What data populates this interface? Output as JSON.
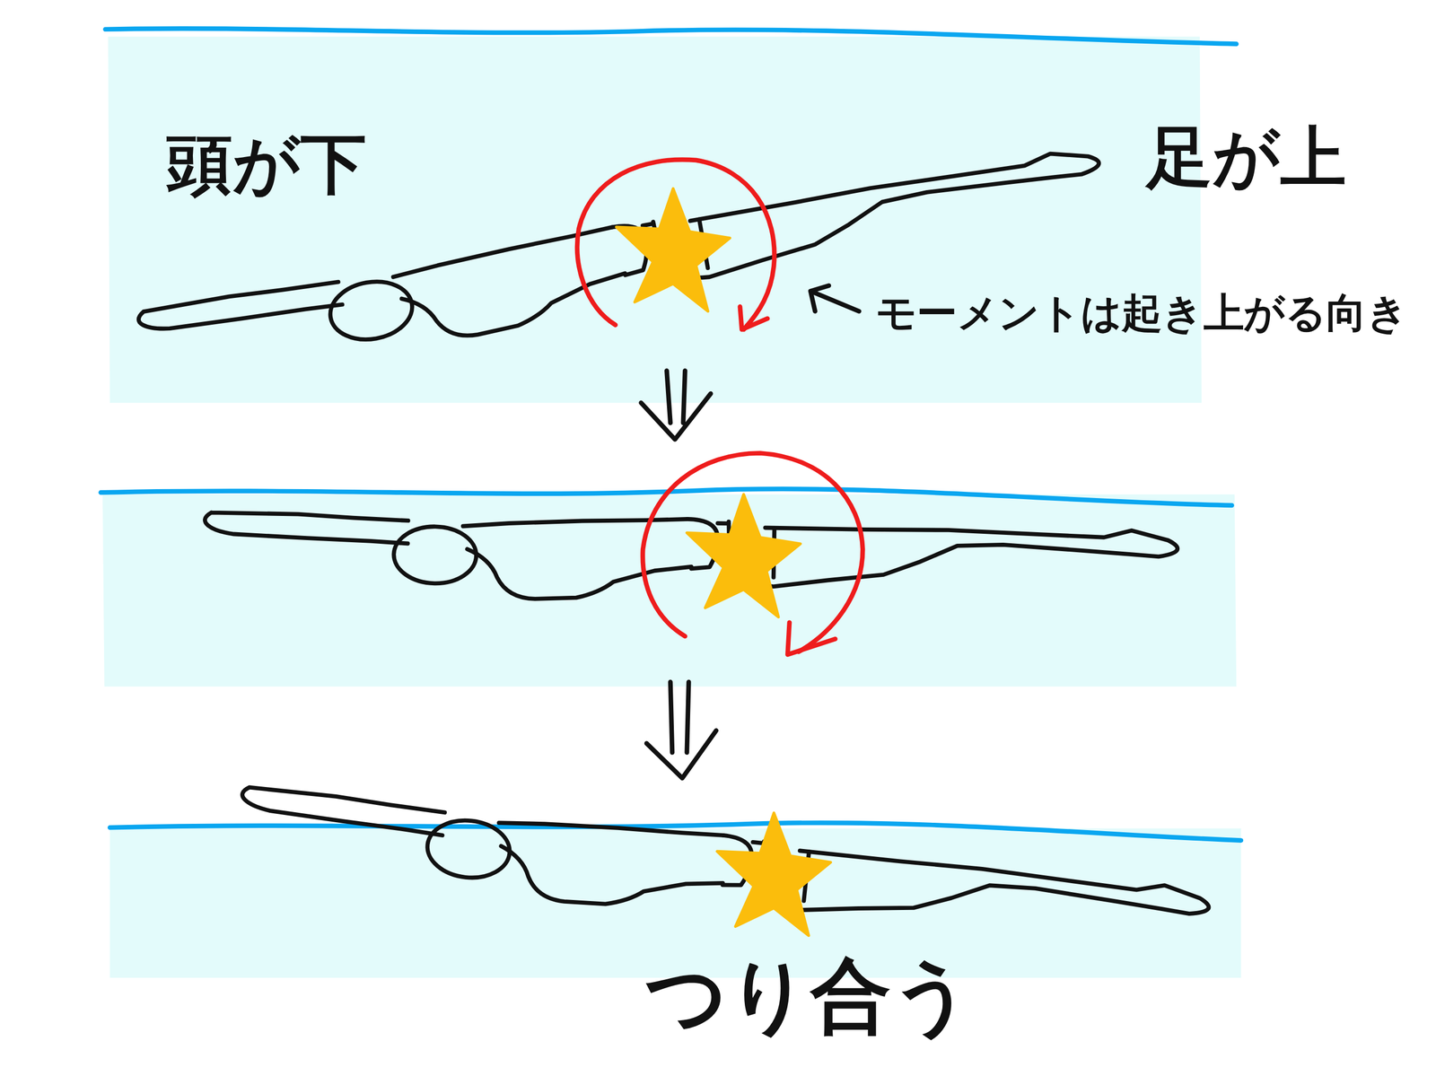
{
  "diagram": {
    "labels": [
      "頭が下",
      "足が上",
      "モーメントは起き上がる向き",
      "つり合う"
    ]
  }
}
